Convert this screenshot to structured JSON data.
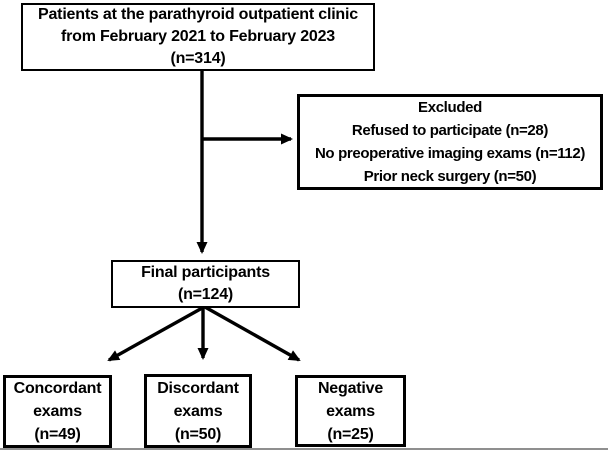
{
  "colors": {
    "ink": "#000000",
    "background": "#ffffff",
    "bottom_rule": "#8f8f8f"
  },
  "flowchart": {
    "initial": {
      "line1": "Patients at the parathyroid outpatient clinic",
      "line2": "from February 2021 to February 2023",
      "n": "(n=314)"
    },
    "excluded": {
      "title": "Excluded",
      "reason1": "Refused to participate (n=28)",
      "reason2": "No preoperative imaging exams (n=112)",
      "reason3": "Prior neck surgery (n=50)"
    },
    "final": {
      "line1": "Final participants",
      "n": "(n=124)"
    },
    "outcomes": [
      {
        "line1": "Concordant",
        "line2": "exams",
        "n": "(n=49)"
      },
      {
        "line1": "Discordant",
        "line2": "exams",
        "n": "(n=50)"
      },
      {
        "line1": "Negative",
        "line2": "exams",
        "n": "(n=25)"
      }
    ]
  }
}
